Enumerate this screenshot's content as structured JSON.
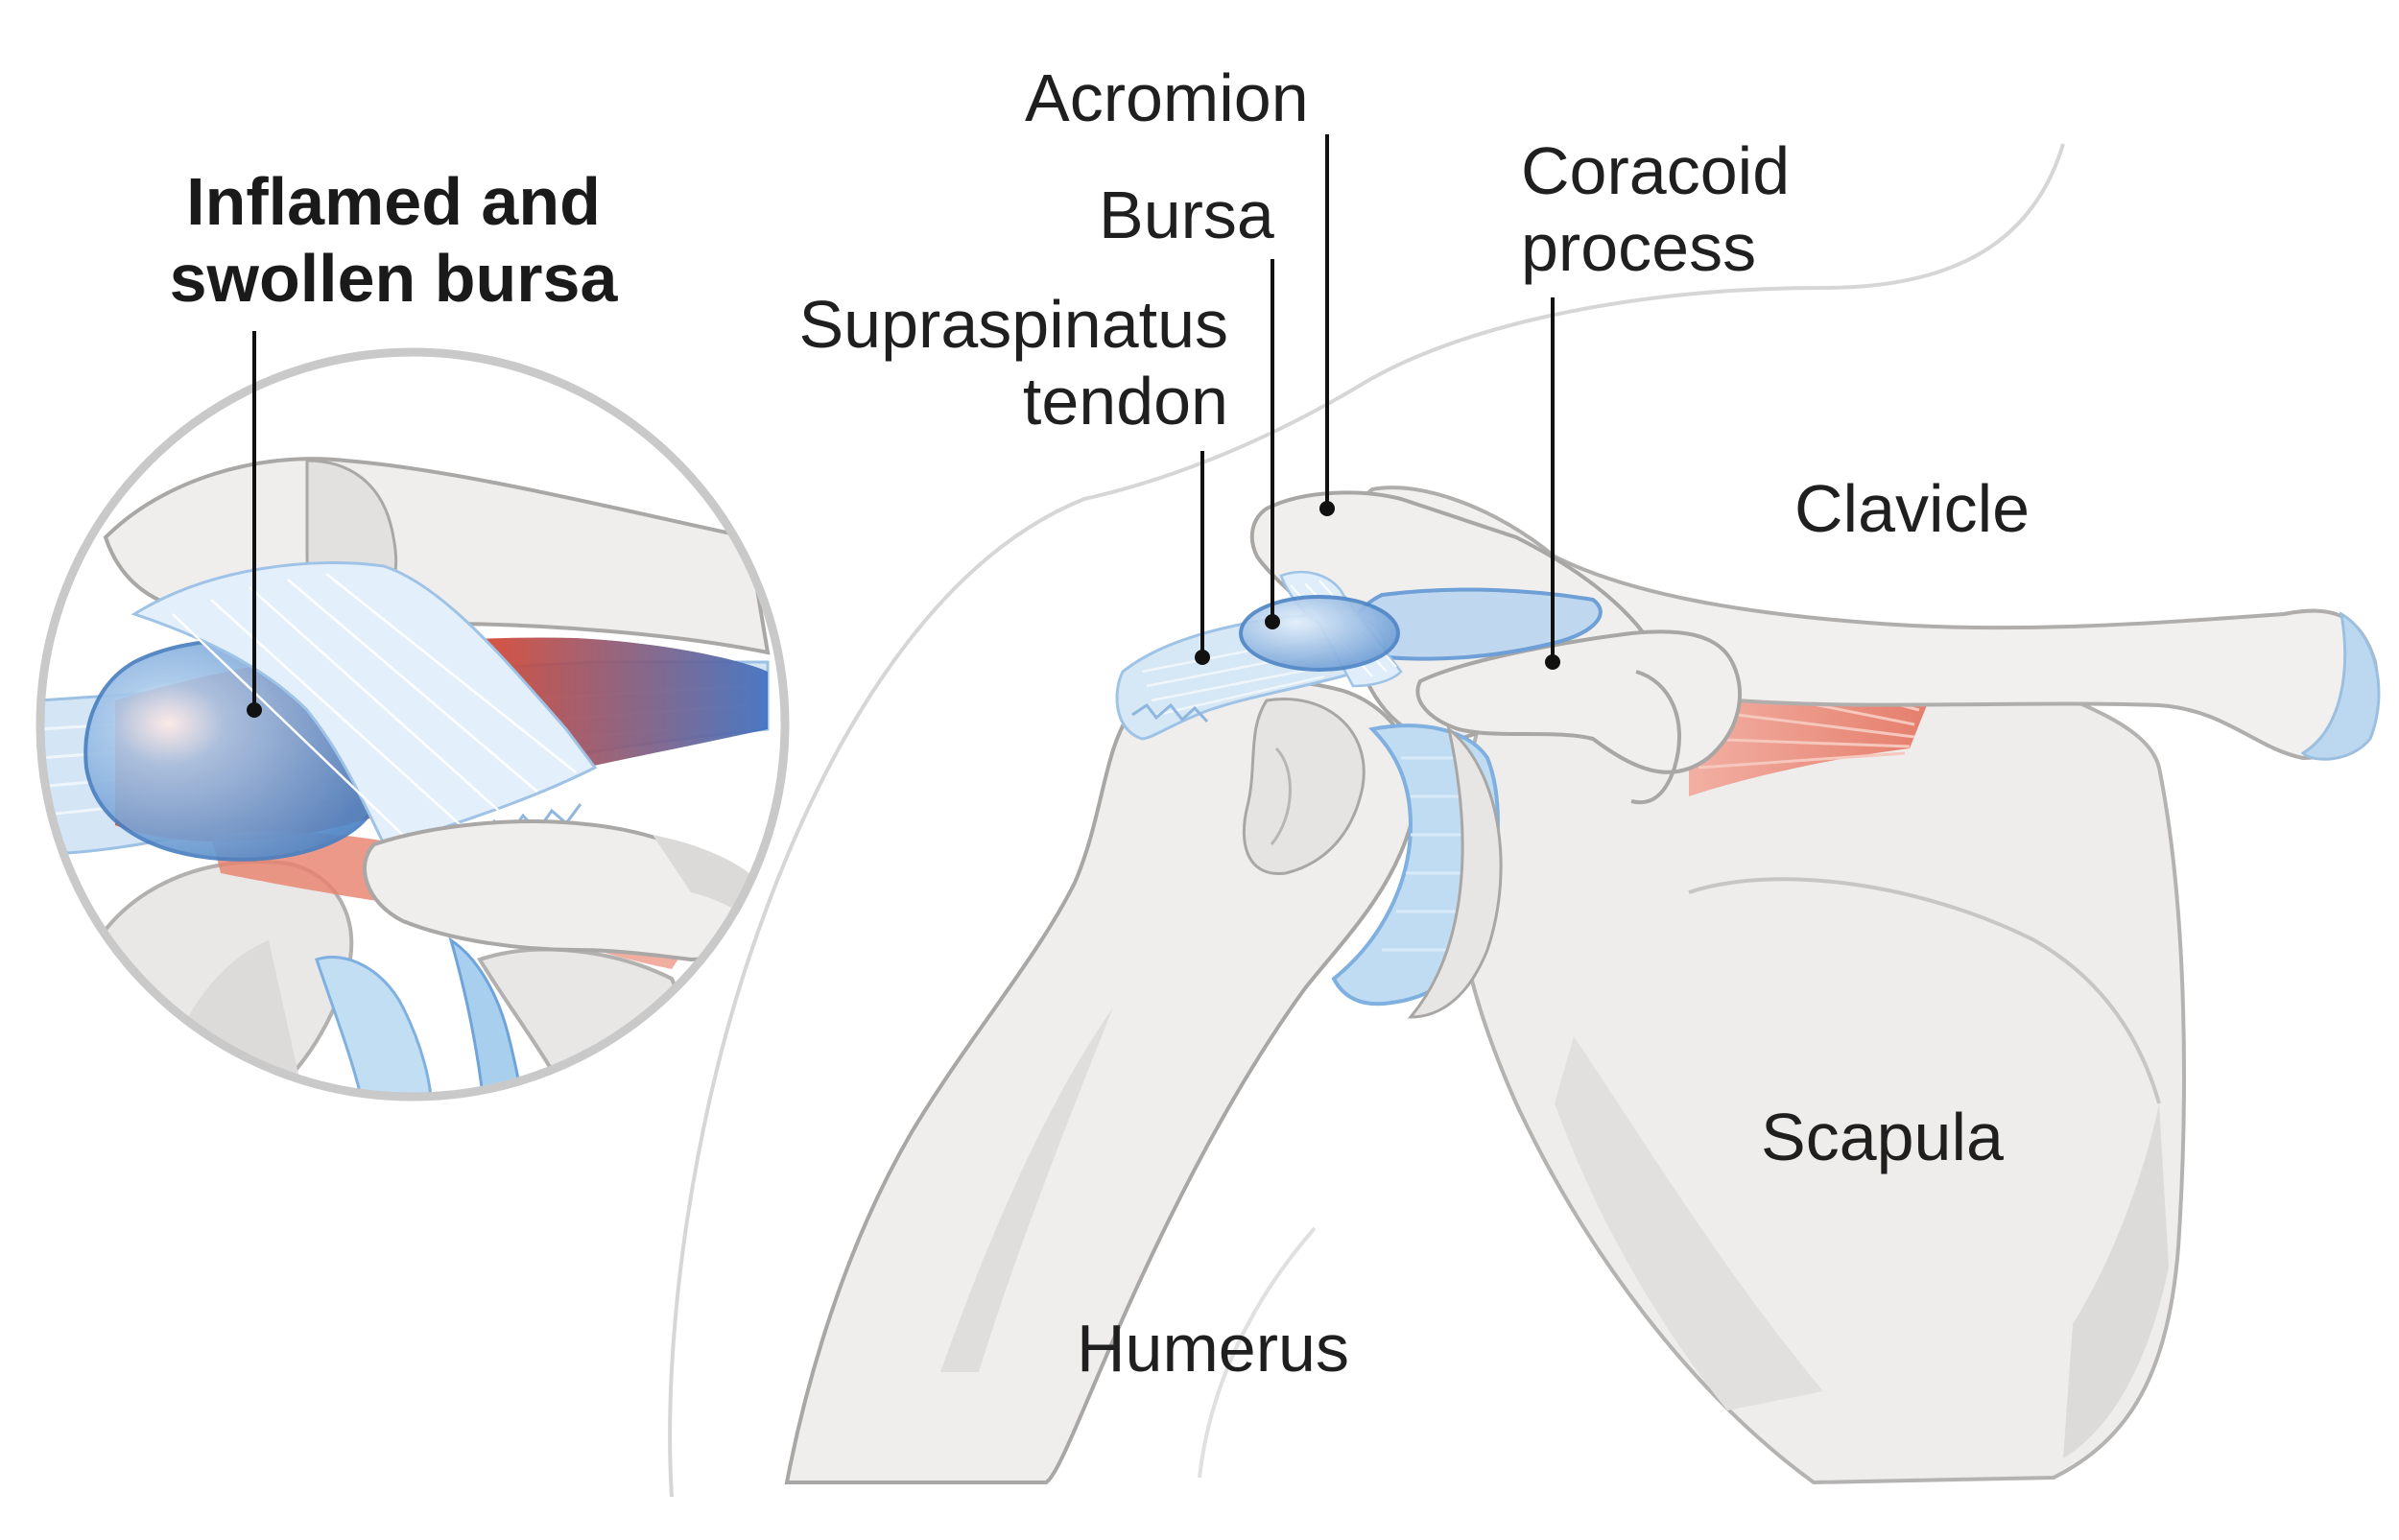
{
  "labels": {
    "inset_title": [
      "Inflamed and",
      "swollen bursa"
    ],
    "acromion": "Acromion",
    "bursa": "Bursa",
    "supraspinatus": [
      "Supraspinatus",
      "tendon"
    ],
    "coracoid": [
      "Coracoid",
      "process"
    ],
    "clavicle": "Clavicle",
    "scapula": "Scapula",
    "humerus": "Humerus"
  },
  "colors": {
    "bone": "#f0efee",
    "bone_shade": "#dcdad8",
    "outline": "#9a9896",
    "tendon_blue": "#cfe3f3",
    "bursa_blue": "#6f9fd6",
    "cartilage_blue": "#bcdcf2",
    "muscle_red": "#e8735f",
    "inflamed_red": "#d8432b",
    "inset_ring": "#c8c8c8",
    "leader": "#111111"
  }
}
